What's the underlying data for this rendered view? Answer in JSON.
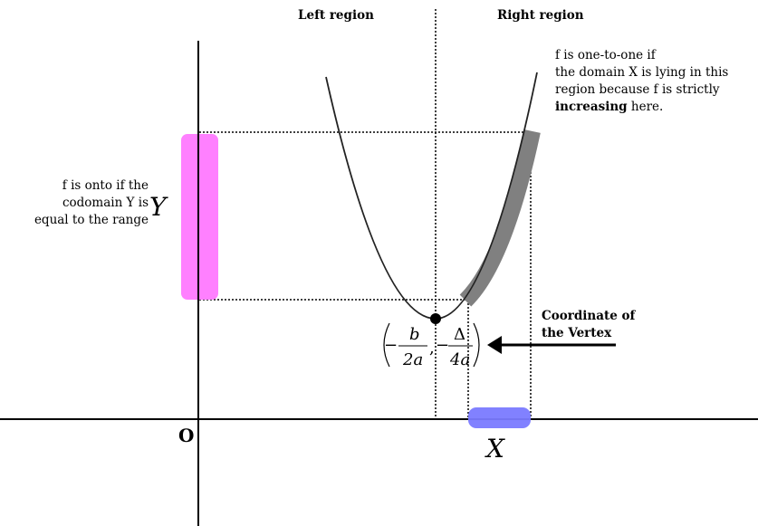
{
  "labels": {
    "left_region": "Left region",
    "right_region": "Right region",
    "onto_note": [
      "f is onto if the",
      "codomain Y is",
      "equal to the range"
    ],
    "one_to_one_note": [
      "f is one-to-one if",
      "the domain X is lying in this",
      "region because f is strictly"
    ],
    "one_to_one_bold": "increasing",
    "one_to_one_tail": " here.",
    "vertex_note": [
      "Coordinate of",
      "the Vertex"
    ],
    "origin": "O",
    "y_set": "Y",
    "x_set": "X",
    "vertex_formula": {
      "x_num": "b",
      "x_den": "2a",
      "y_num": "Δ",
      "y_den": "4a",
      "minus": "−",
      "comma": ","
    }
  },
  "colors": {
    "codomain": "#ff80ff",
    "domain": "#7a7aff",
    "increasing_band": "#808080"
  }
}
